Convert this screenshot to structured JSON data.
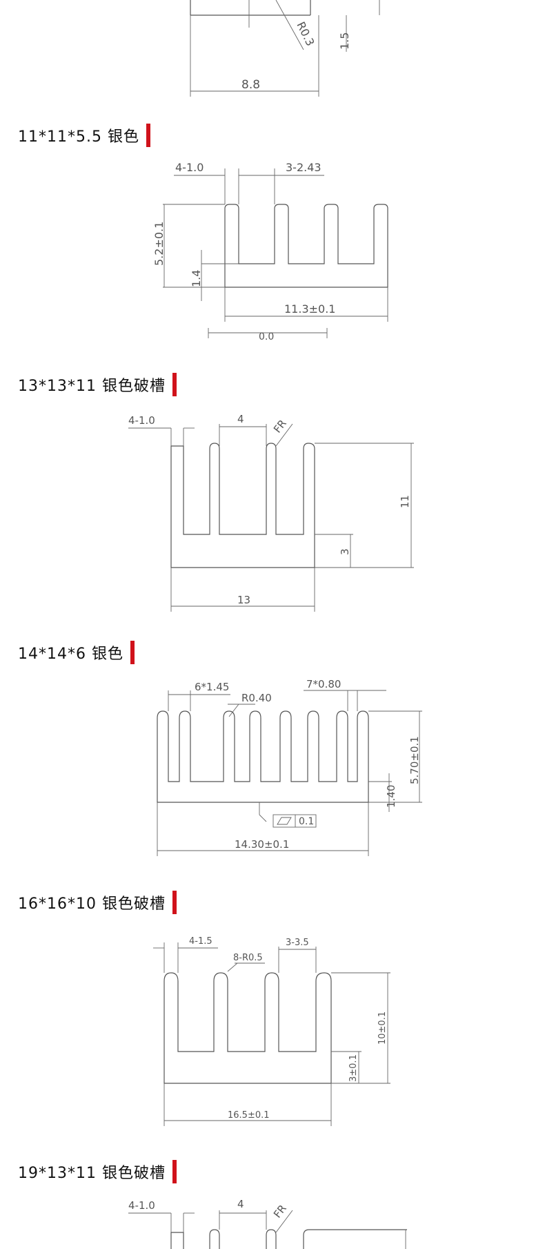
{
  "sections": [
    {
      "title": "11*11*5.5 银色",
      "dims": {
        "top_left": "4-1.0",
        "top_right": "3-2.43",
        "left_height": "5.2±0.1",
        "left_base": "1.4",
        "bottom_width": "11.3±0.1",
        "bottom_extra": "0.0"
      }
    },
    {
      "title": "13*13*11 银色破槽",
      "dims": {
        "top_left": "4-1.0",
        "top_mid": "4",
        "radius": "FR",
        "right_height": "11",
        "right_base": "3",
        "bottom_width": "13"
      }
    },
    {
      "title": "14*14*6 银色",
      "dims": {
        "top_left": "6*1.45",
        "radius": "R0.40",
        "top_right": "7*0.80",
        "right_height": "5.70±0.1",
        "right_base": "1.40",
        "flatness": "0.1",
        "bottom_width": "14.30±0.1"
      }
    },
    {
      "title": "16*16*10 银色破槽",
      "dims": {
        "top_left": "4-1.5",
        "radius": "8-R0.5",
        "top_right": "3-3.5",
        "right_height": "10±0.1",
        "right_base": "3±0.1",
        "bottom_width": "16.5±0.1"
      }
    },
    {
      "title": "19*13*11 银色破槽",
      "dims": {
        "top_left": "4-1.0",
        "top_mid": "4",
        "radius": "FR"
      }
    }
  ],
  "top_fragment": {
    "radius": "R0.3",
    "side": "1.5",
    "bottom_width": "8.8"
  },
  "colors": {
    "accent": "#d0121b",
    "line": "#555555"
  }
}
